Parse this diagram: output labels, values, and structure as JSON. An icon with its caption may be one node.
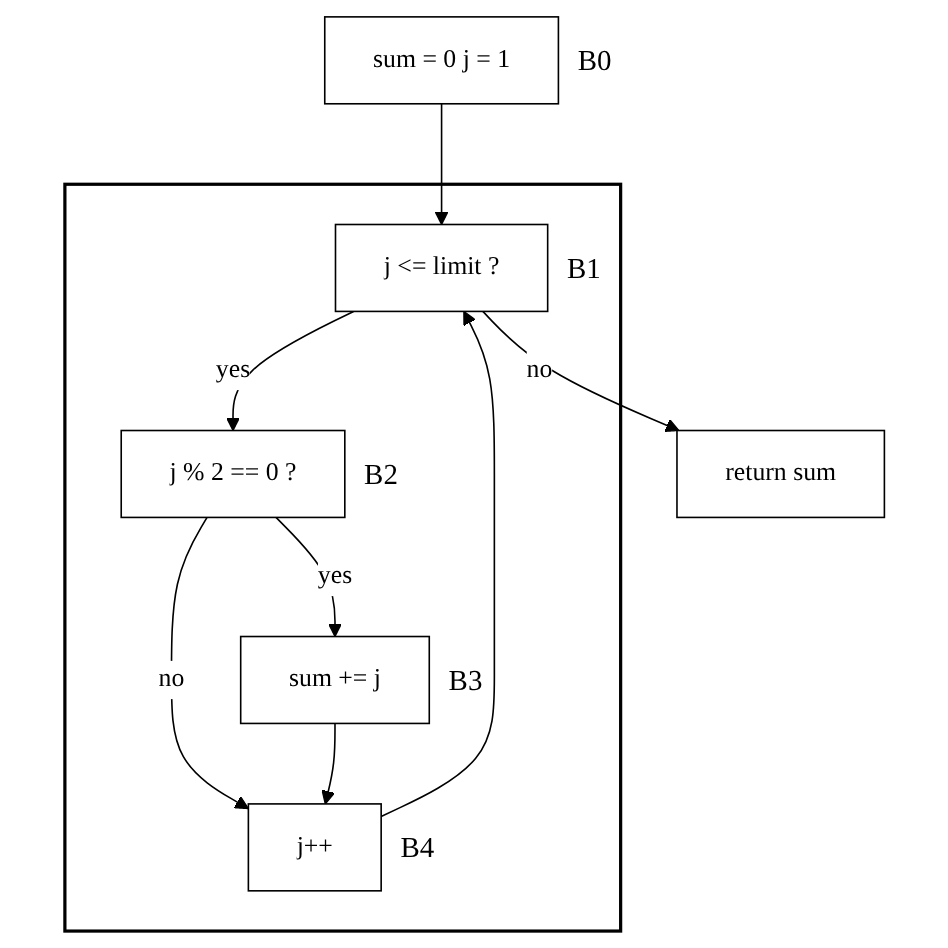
{
  "diagram": {
    "nodes": [
      {
        "text": [
          "sum = 0 j = 1"
        ],
        "beside": [
          "B0"
        ]
      },
      {
        "text": [],
        "shape": "box"
      },
      {
        "text": [
          "j <= limit ?"
        ],
        "beside": [
          "B1"
        ],
        "in": 1
      },
      {
        "text": [
          "j % 2 == 0 ?"
        ],
        "beside": [
          "B2"
        ],
        "in": 1
      },
      {
        "text": [
          "sum += j"
        ],
        "beside": [
          "B3"
        ],
        "in": 1
      },
      {
        "text": [
          "j++"
        ],
        "beside": [
          "B4"
        ],
        "in": 1
      },
      {
        "text": [
          "return sum"
        ]
      }
    ],
    "edges": [
      {
        "from": 0,
        "to": 2,
        "arrow": "to"
      },
      {
        "from": 2,
        "to": 3,
        "arrow": "to",
        "label": "yes"
      },
      {
        "from": 2,
        "to": 6,
        "arrow": "to",
        "label": "no"
      },
      {
        "from": 3,
        "to": 4,
        "arrow": "to",
        "label": "yes"
      },
      {
        "from": 3,
        "to": 5,
        "arrow": "to",
        "label": "no"
      },
      {
        "from": 4,
        "to": 5,
        "arrow": "to"
      },
      {
        "from": 5,
        "to": 2,
        "arrow": "to"
      }
    ]
  }
}
